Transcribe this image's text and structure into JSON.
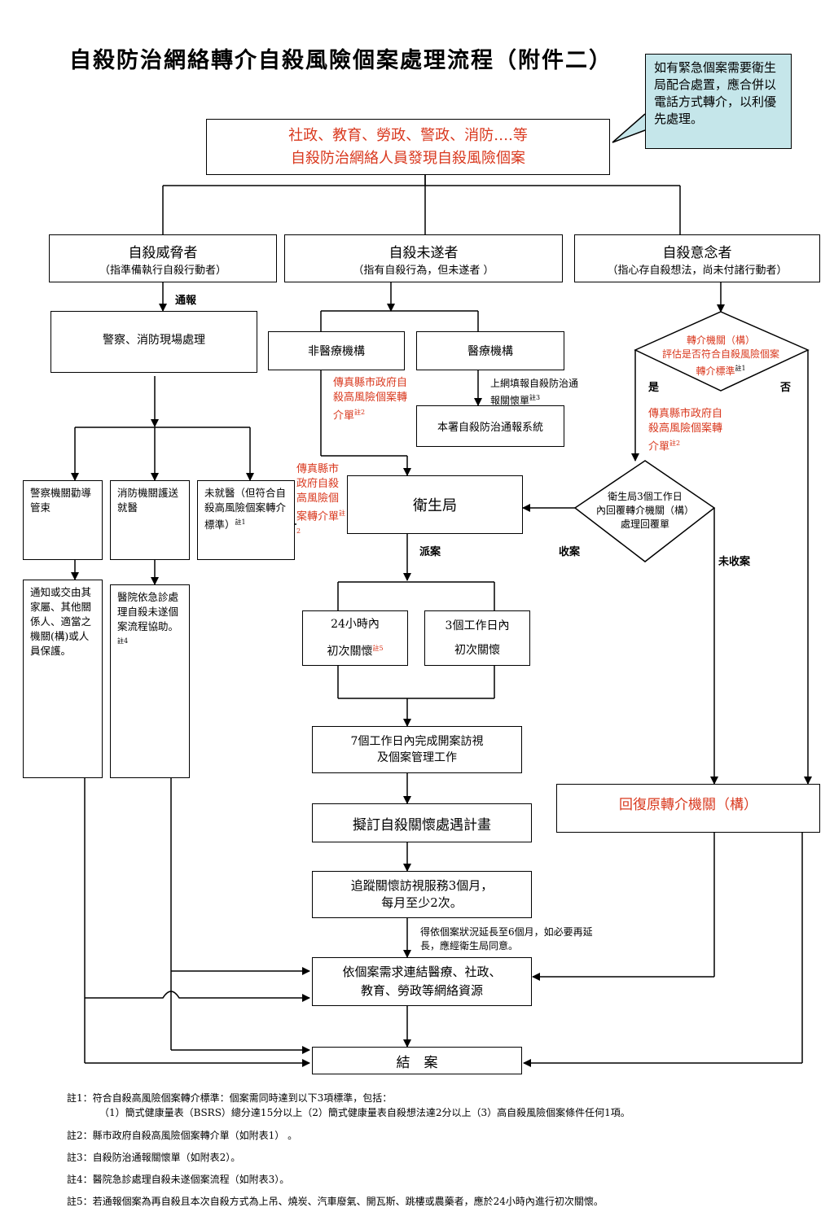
{
  "title": "自殺防治網絡轉介自殺風險個案處理流程（附件二）",
  "callout": "如有緊急個案需要衛生局配合處置，應合併以電話方式轉介，以利優先處理。",
  "top_box": {
    "line1": "社政、教育、勞政、警政、消防….等",
    "line2": "自殺防治網絡人員發現自殺風險個案"
  },
  "categories": {
    "threat": {
      "title": "自殺威脅者",
      "sub": "（指準備執行自殺行動者）"
    },
    "attempt": {
      "title": "自殺未遂者",
      "sub": "（指有自殺行為，但未遂者 ）"
    },
    "ideation": {
      "title": "自殺意念者",
      "sub": "（指心存自殺想法，尚未付諸行動者）"
    }
  },
  "labels": {
    "report": "通報",
    "dispatch": "派案",
    "accept": "收案",
    "not_accept": "未收案",
    "yes": "是",
    "no": "否",
    "extend": "得依個案狀況延長至6個月，如必要再延長，應經衛生局同意。"
  },
  "nodes": {
    "police_fire": "警察、消防現場處理",
    "non_medical": "非醫療機構",
    "medical": "醫療機構",
    "fax_left": "傳真縣市政府自殺高風險個案轉介單",
    "online_report": "上網填報自殺防治通報關懷單",
    "system": "本署自殺防治通報系統",
    "diamond_eval_1": "轉介機關（構）",
    "diamond_eval_2": "評估是否符合自殺風險個案",
    "diamond_eval_3": "轉介標準",
    "fax_right": "傳真縣市政府自殺高風險個案轉介單",
    "fax_mid": "傳真縣市政府自殺高風險個案轉介單",
    "police_guide": "警察機關勸導管束",
    "fire_escort": "消防機關護送就醫",
    "not_treated": "未就醫（但符合自殺高風險個案轉介標準）",
    "health_bureau": "衛生局",
    "diamond_reply_1": "衛生局3個工作日",
    "diamond_reply_2": "內回覆轉介機關（構）",
    "diamond_reply_3": "處理回覆單",
    "care_24_1": "24小時內",
    "care_24_2": "初次關懷",
    "care_3_1": "3個工作日內",
    "care_3_2": "初次關懷",
    "notify_family": "通知或交由其家屬、其他關係人、適當之機關(構)或人員保護。",
    "hospital": "醫院依急診處理自殺未遂個案流程協助。",
    "visit_7": "7個工作日內完成開案訪視及個案管理工作",
    "plan": "擬訂自殺關懷處遇計畫",
    "track_1": "追蹤關懷訪視服務3個月，",
    "track_2": "每月至少2次。",
    "resources_1": "依個案需求連結醫療、社政、",
    "resources_2": "教育、勞政等網絡資源",
    "reply_origin": "回復原轉介機關（構）",
    "close": "結　案"
  },
  "footnote_marks": {
    "n1": "註1",
    "n2": "註2",
    "n3": "註3",
    "n4": "註4",
    "n5": "註5"
  },
  "notes": [
    "註1：符合自殺高風險個案轉介標準：個案需同時達到以下3項標準，包括：",
    "（1）簡式健康量表（BSRS）總分達15分以上（2）簡式健康量表自殺想法達2分以上（3）高自殺風險個案條件任何1項。",
    "註2：縣市政府自殺高風險個案轉介單（如附表1） 。",
    "註3：自殺防治通報關懷單（如附表2）。",
    "註4：醫院急診處理自殺未遂個案流程（如附表3）。",
    "註5：若通報個案為再自殺且本次自殺方式為上吊、燒炭、汽車廢氣、開瓦斯、跳樓或農藥者，應於24小時內進行初次關懷。"
  ],
  "colors": {
    "red": "#d9381e",
    "callout_bg": "#c5e6ea"
  }
}
